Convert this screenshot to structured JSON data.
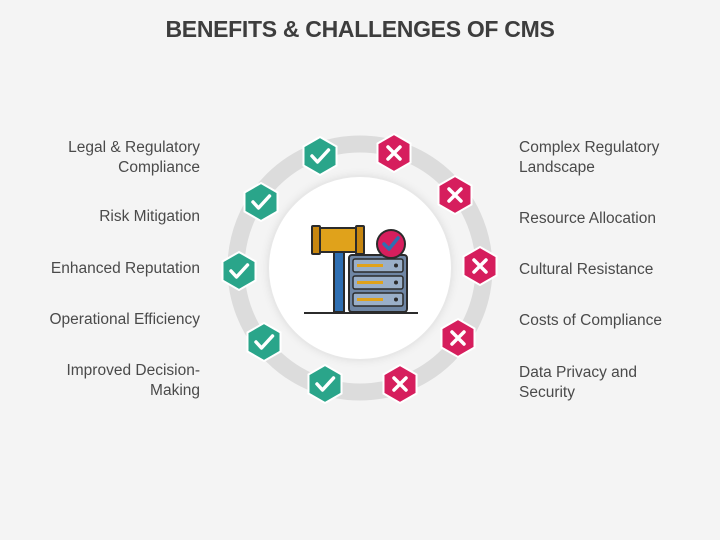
{
  "title": "BENEFITS & CHALLENGES OF CMS",
  "benefits": [
    {
      "line1": "Legal & Regulatory",
      "line2": "Compliance"
    },
    {
      "line1": "Risk Mitigation",
      "line2": ""
    },
    {
      "line1": "Enhanced Reputation",
      "line2": ""
    },
    {
      "line1": "Operational Efficiency",
      "line2": ""
    },
    {
      "line1": "Improved Decision-",
      "line2": "Making"
    }
  ],
  "challenges": [
    {
      "line1": "Complex Regulatory",
      "line2": "Landscape"
    },
    {
      "line1": "Resource Allocation",
      "line2": ""
    },
    {
      "line1": "Cultural Resistance",
      "line2": ""
    },
    {
      "line1": "Costs of Compliance",
      "line2": ""
    },
    {
      "line1": "Data Privacy and",
      "line2": "Security"
    }
  ],
  "colors": {
    "benefit": "#2aa58a",
    "challenge": "#d61e5d",
    "ring": "#dcdcdc",
    "title": "#3d3d3d",
    "text": "#4a4a4a",
    "gavel": "#e0a21b",
    "gavel_handle": "#2f6fb2",
    "server": "#7d93b0"
  },
  "icons": {
    "benefit": "checkmark-icon",
    "challenge": "x-mark-icon",
    "center": "gavel-server-icon"
  }
}
